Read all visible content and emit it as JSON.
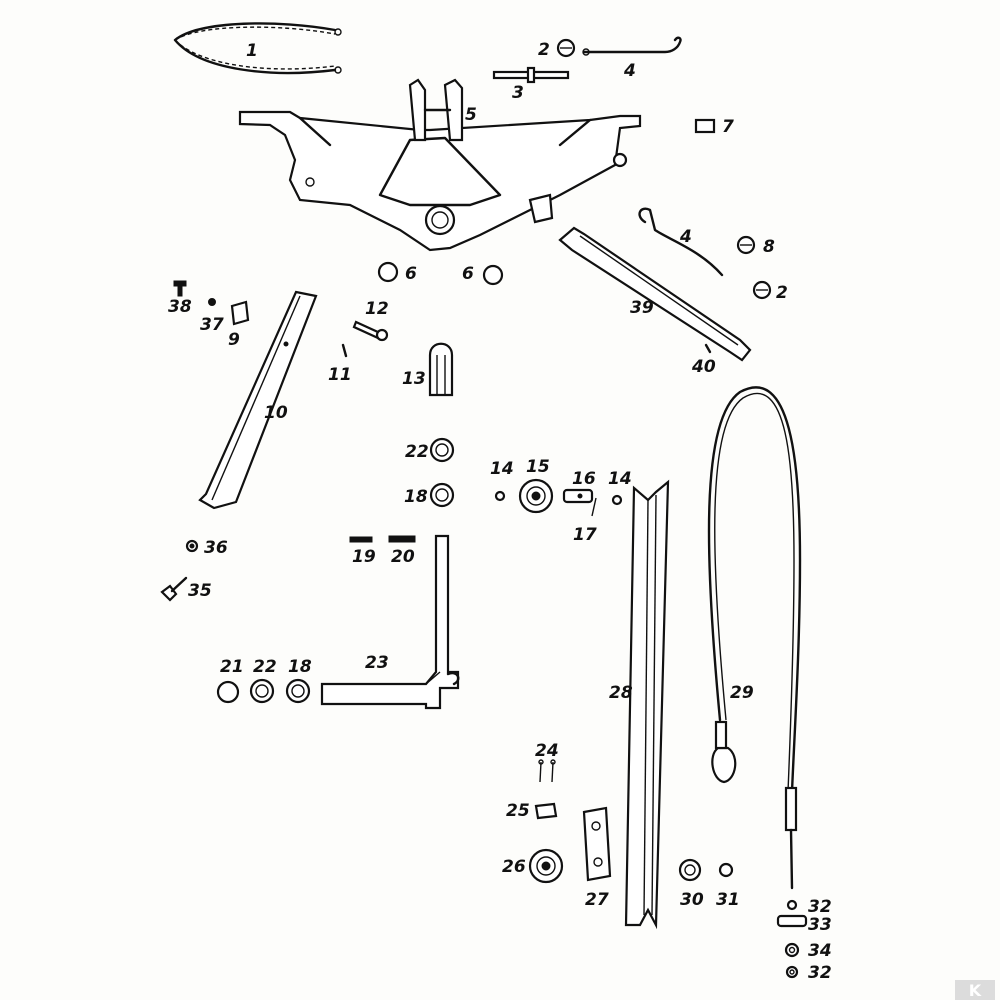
{
  "labels": [
    "1",
    "2",
    "4",
    "3",
    "5",
    "7",
    "4",
    "8",
    "6",
    "6",
    "2",
    "38",
    "37",
    "9",
    "12",
    "39",
    "11",
    "40",
    "13",
    "10",
    "22",
    "14",
    "15",
    "16",
    "14",
    "18",
    "17",
    "36",
    "19",
    "20",
    "35",
    "21",
    "22",
    "18",
    "23",
    "28",
    "29",
    "24",
    "25",
    "26",
    "27",
    "30",
    "31",
    "32",
    "33",
    "34",
    "32"
  ],
  "brand": {
    "logo_text": "K"
  },
  "colors": {
    "ink": "#111111",
    "paper": "#fdfdfb"
  }
}
